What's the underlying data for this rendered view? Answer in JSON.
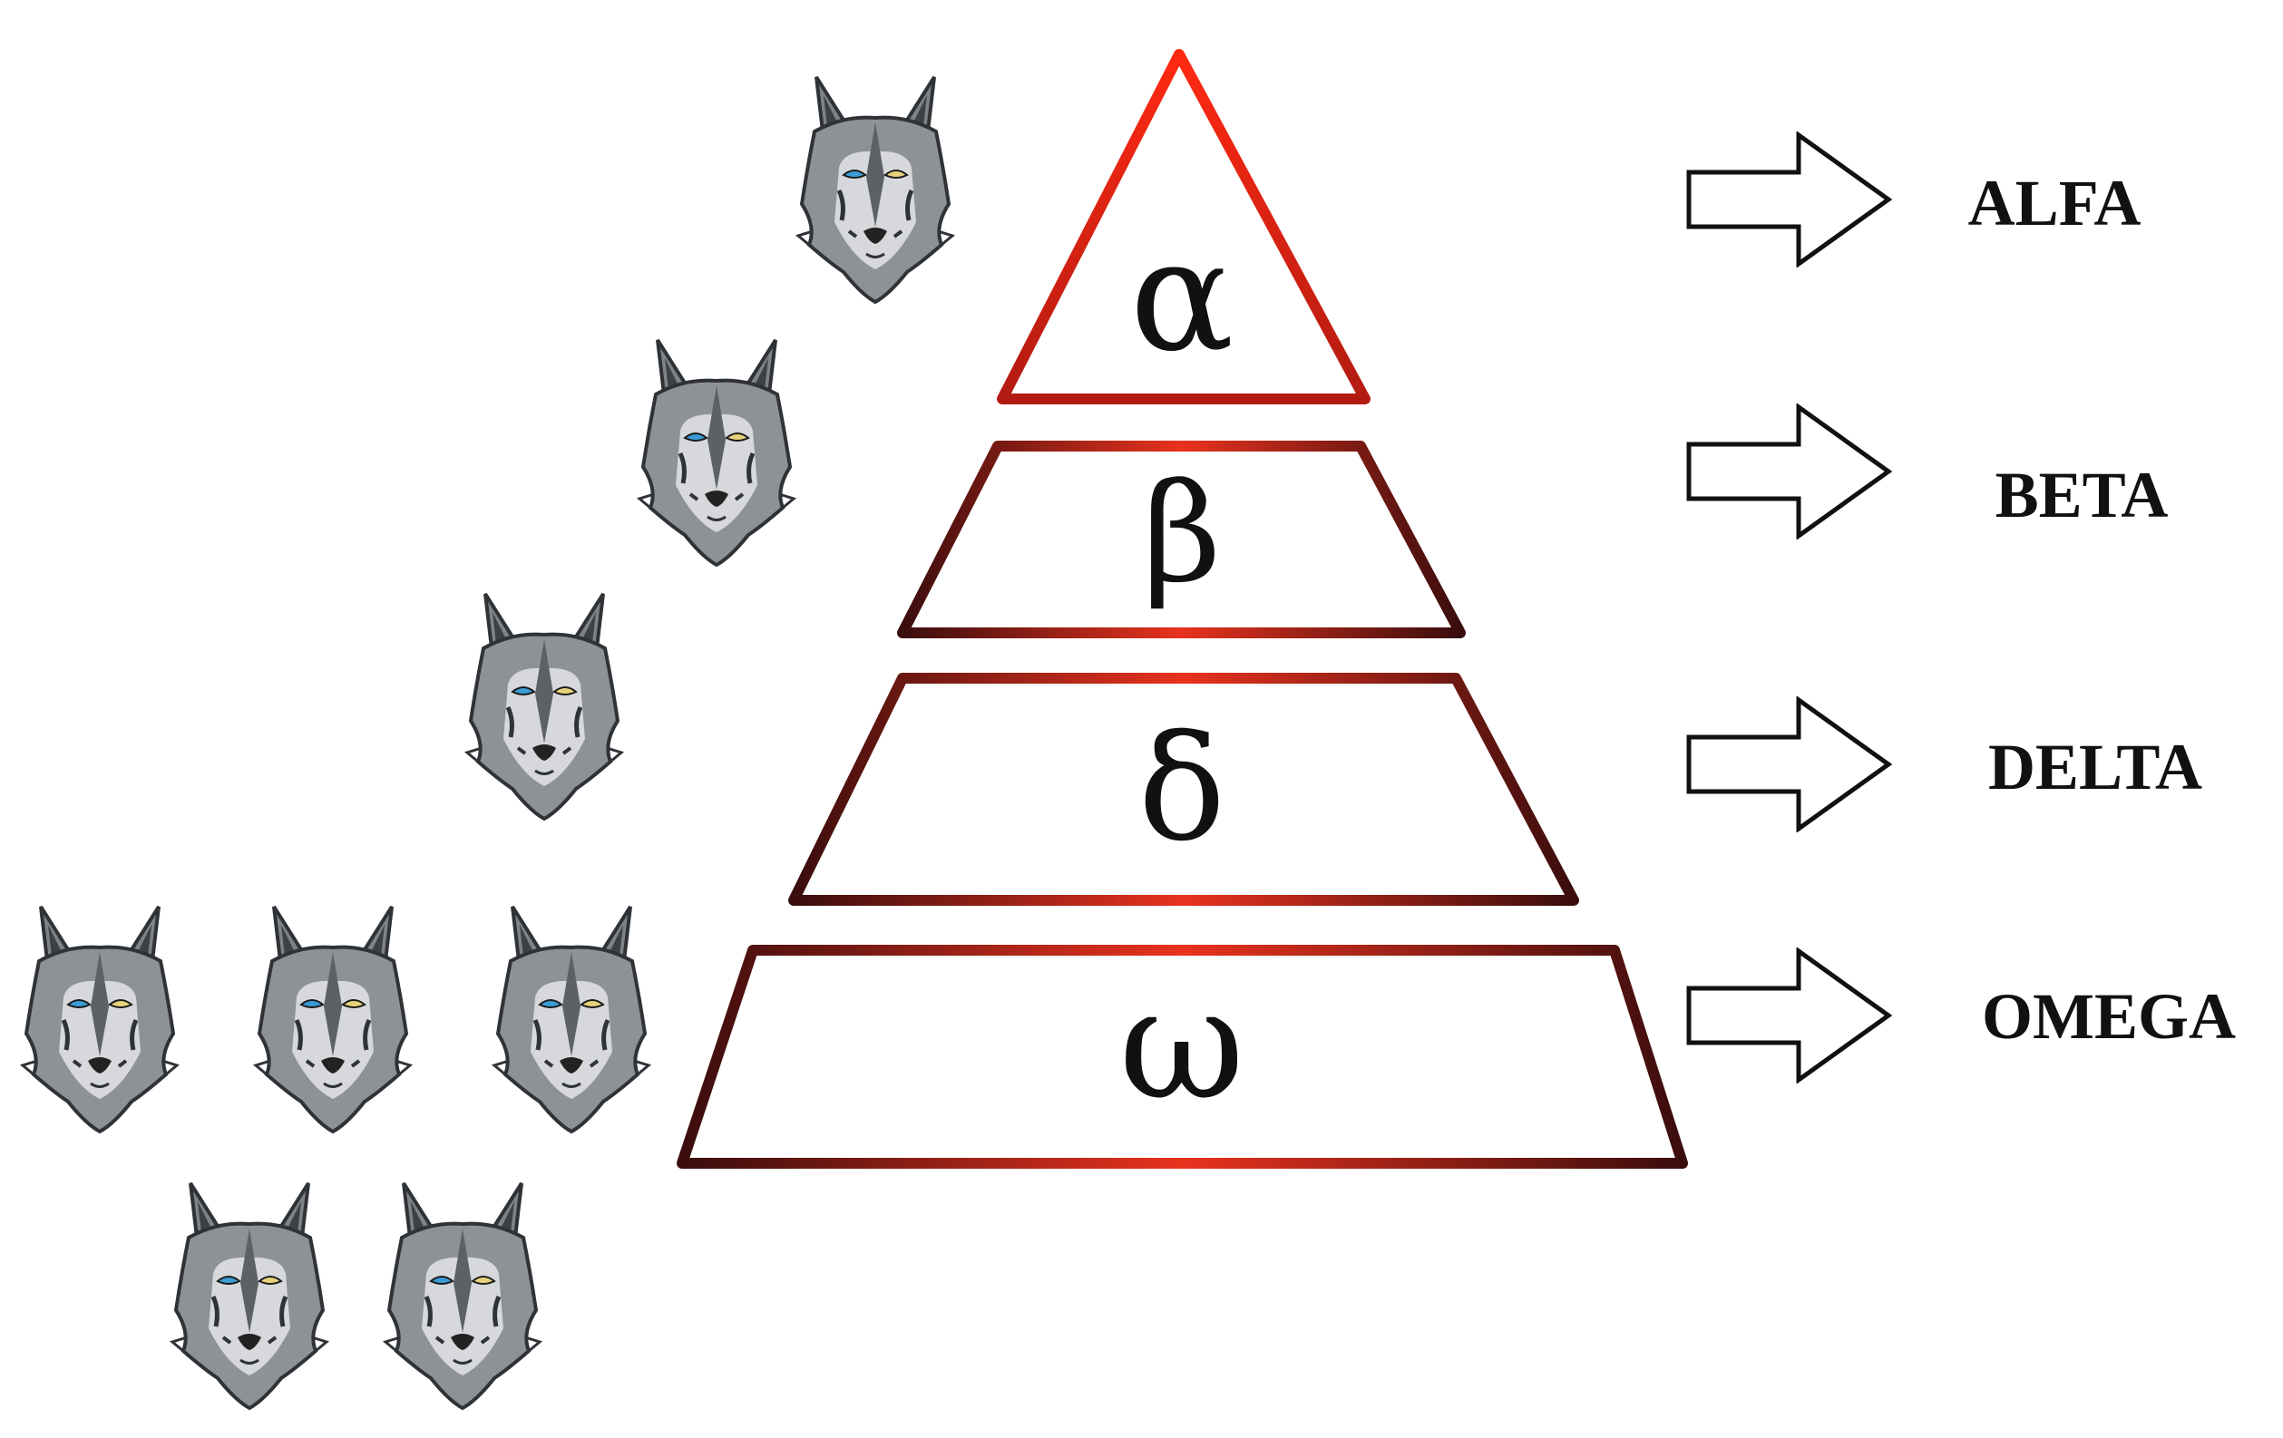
{
  "hierarchy": {
    "tiers": [
      {
        "key": "alpha",
        "symbol": "α",
        "label": "ALFA"
      },
      {
        "key": "beta",
        "symbol": "β",
        "label": "BETA"
      },
      {
        "key": "delta",
        "symbol": "δ",
        "label": "DELTA"
      },
      {
        "key": "omega",
        "symbol": "ω",
        "label": "OMEGA"
      }
    ]
  },
  "colors": {
    "tier_outline_bright": "#e8321e",
    "tier_outline_dark": "#3a0d0d",
    "arrow_stroke": "#111111",
    "wolf_fur": "#8e9297",
    "wolf_fur_light": "#d6d8db",
    "wolf_fur_dark": "#4a4d52",
    "wolf_eye_blue": "#3a9bd5",
    "wolf_eye_yellow": "#e6d27a"
  },
  "icons": {
    "wolf": "wolf-head-icon",
    "arrow": "right-arrow-icon"
  }
}
